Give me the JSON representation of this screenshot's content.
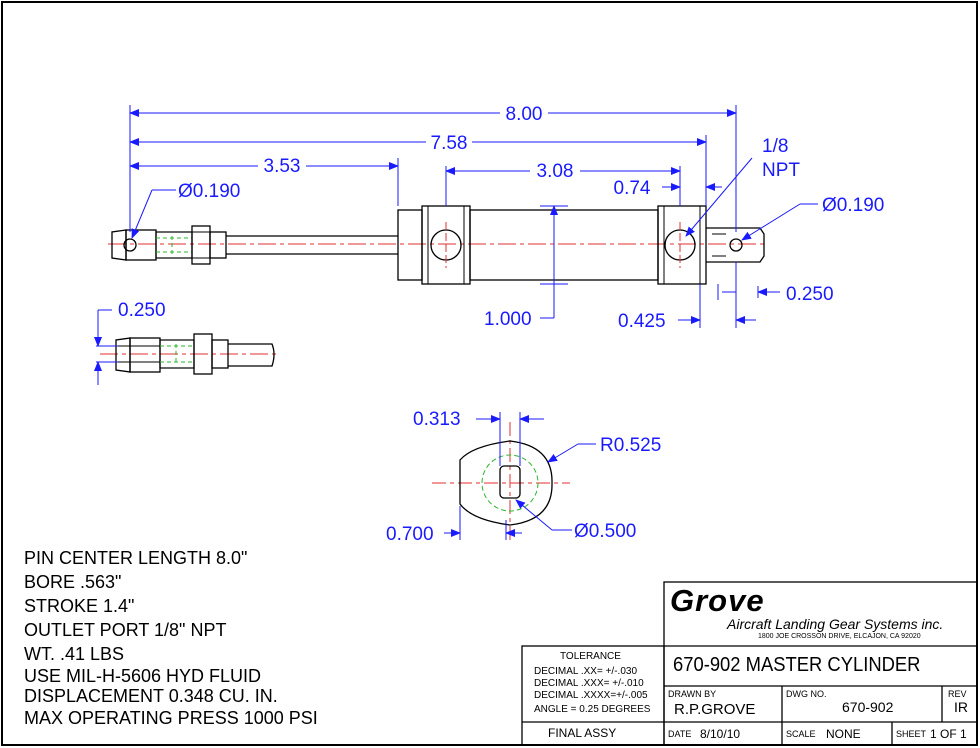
{
  "dimensions": {
    "overall_length": "8.00",
    "body_length": "7.58",
    "rod_length": "3.53",
    "port_spacing": "3.08",
    "port_offset": "0.74",
    "port_size": "1/8\nNPT",
    "pin_hole_left": "Ø0.190",
    "pin_hole_right": "Ø0.190",
    "clevis_width_right": "0.250",
    "body_height": "1.000",
    "lug_length": "0.425",
    "clevis_slot": "0.250",
    "flange_slot": "0.313",
    "flange_radius": "R0.525",
    "flange_width": "0.700",
    "bore_diameter": "Ø0.500"
  },
  "notes": [
    "PIN CENTER LENGTH 8.0\"",
    "BORE .563\"",
    "STROKE 1.4\"",
    "OUTLET PORT 1/8\" NPT",
    "WT.  .41 LBS",
    "USE MIL-H-5606 HYD FLUID",
    "DISPLACEMENT 0.348 CU. IN.",
    "MAX OPERATING PRESS 1000 PSI"
  ],
  "title_block": {
    "company": "Grove",
    "company_full": "Aircraft Landing Gear Systems inc.",
    "address": "1800 JOE CROSSON DRIVE, ELCAJON, CA 92020",
    "tolerance_title": "TOLERANCE",
    "tolerance_lines": [
      "DECIMAL  .XX=  +/-.030",
      "DECIMAL  .XXX= +/-.010",
      "DECIMAL  .XXXX=+/-.005",
      "ANGLE = 0.25 DEGREES"
    ],
    "description": "670-902 MASTER CYLINDER",
    "drawn_by_label": "DRAWN  BY",
    "drawn_by": "R.P.GROVE",
    "dwg_no_label": "DWG  NO.",
    "dwg_no": "670-902",
    "rev_label": "REV",
    "rev": "IR",
    "final_assy": "FINAL ASSY",
    "date_label": "DATE",
    "date": "8/10/10",
    "scale_label": "SCALE",
    "scale": "NONE",
    "sheet_label": "SHEET",
    "sheet": "1 OF 1"
  }
}
